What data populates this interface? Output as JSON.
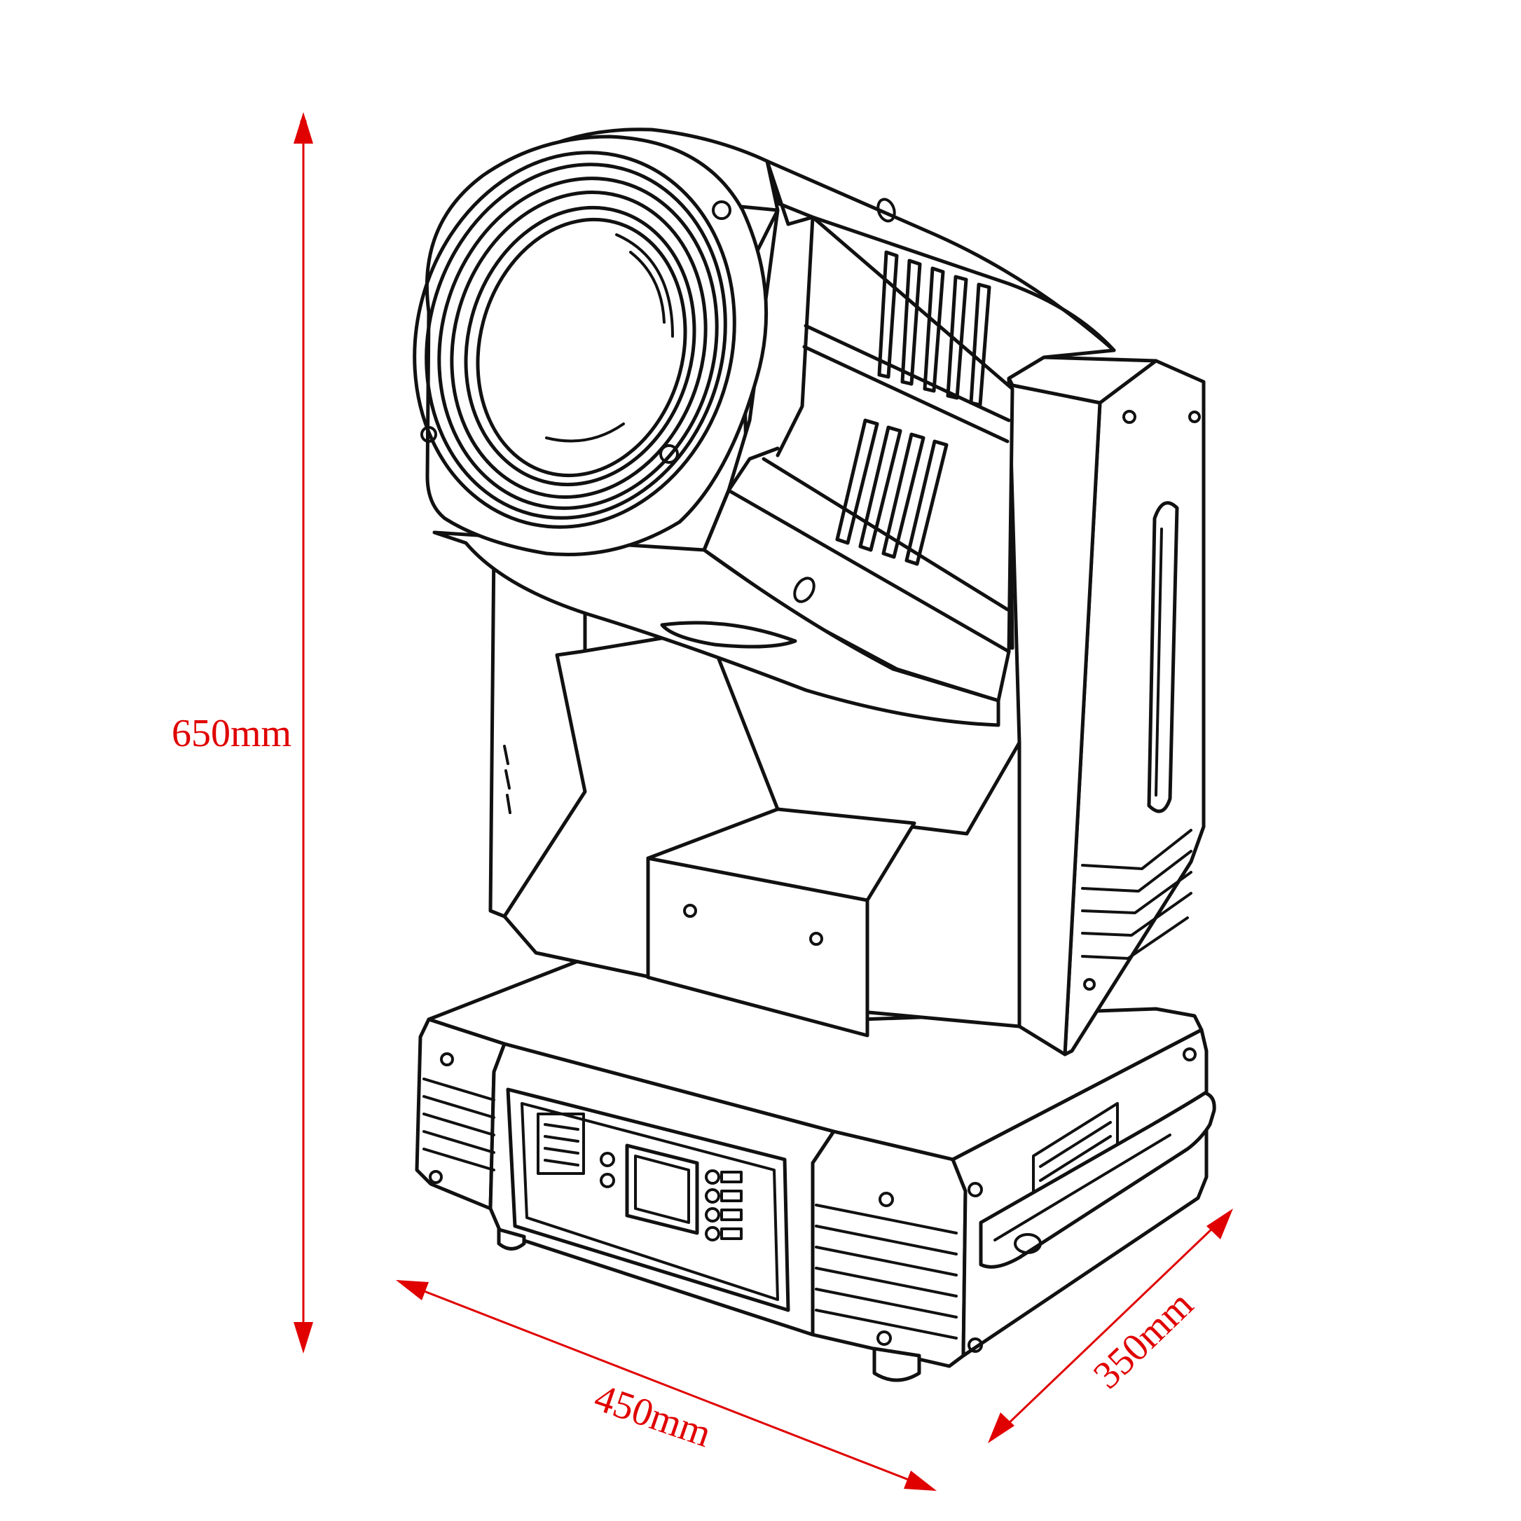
{
  "dimensions": {
    "height_label": "650mm",
    "width_label": "450mm",
    "depth_label": "350mm"
  },
  "colors": {
    "dimension": "#e00000",
    "outline": "#111111",
    "background": "#ffffff"
  }
}
